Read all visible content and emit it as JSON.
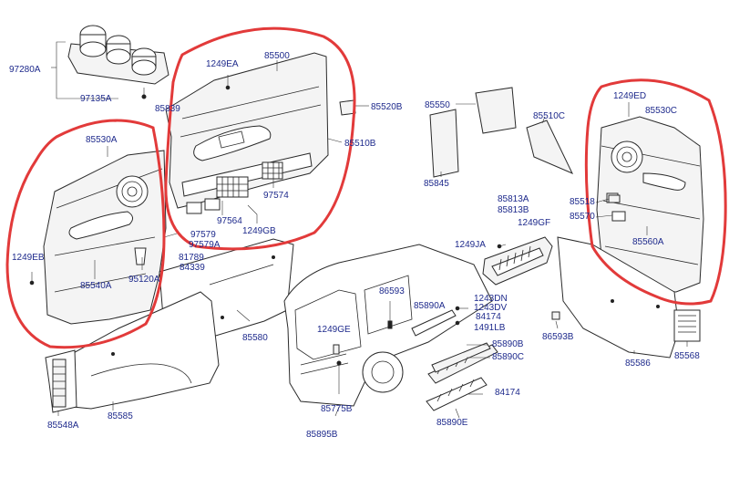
{
  "labels": [
    {
      "id": "97280A",
      "text": "97280A"
    },
    {
      "id": "97135A",
      "text": "97135A"
    },
    {
      "id": "85839",
      "text": "85839"
    },
    {
      "id": "1249EA",
      "text": "1249EA"
    },
    {
      "id": "85500",
      "text": "85500"
    },
    {
      "id": "85520B",
      "text": "85520B"
    },
    {
      "id": "85510B",
      "text": "85510B"
    },
    {
      "id": "97574",
      "text": "97574"
    },
    {
      "id": "97564",
      "text": "97564"
    },
    {
      "id": "97579",
      "text": "97579"
    },
    {
      "id": "97579A",
      "text": "97579A"
    },
    {
      "id": "1249GB",
      "text": "1249GB"
    },
    {
      "id": "81789",
      "text": "81789"
    },
    {
      "id": "84339",
      "text": "84339"
    },
    {
      "id": "85530A",
      "text": "85530A"
    },
    {
      "id": "1249EB",
      "text": "1249EB"
    },
    {
      "id": "85540A",
      "text": "85540A"
    },
    {
      "id": "95120A",
      "text": "95120A"
    },
    {
      "id": "85550",
      "text": "85550"
    },
    {
      "id": "85510C",
      "text": "85510C"
    },
    {
      "id": "85845",
      "text": "85845"
    },
    {
      "id": "85813A",
      "text": "85813A"
    },
    {
      "id": "85813B",
      "text": "85813B"
    },
    {
      "id": "1249GF",
      "text": "1249GF"
    },
    {
      "id": "1249JA",
      "text": "1249JA"
    },
    {
      "id": "1249ED",
      "text": "1249ED"
    },
    {
      "id": "85530C",
      "text": "85530C"
    },
    {
      "id": "85518",
      "text": "85518"
    },
    {
      "id": "85570",
      "text": "85570"
    },
    {
      "id": "85560A",
      "text": "85560A"
    },
    {
      "id": "86593",
      "text": "86593"
    },
    {
      "id": "85890A",
      "text": "85890A"
    },
    {
      "id": "1243DN",
      "text": "1243DN"
    },
    {
      "id": "1243DV",
      "text": "1243DV"
    },
    {
      "id": "84174a",
      "text": "84174"
    },
    {
      "id": "1491LB",
      "text": "1491LB"
    },
    {
      "id": "85890B",
      "text": "85890B"
    },
    {
      "id": "85890C",
      "text": "85890C"
    },
    {
      "id": "84174b",
      "text": "84174"
    },
    {
      "id": "85890E",
      "text": "85890E"
    },
    {
      "id": "1249GE",
      "text": "1249GE"
    },
    {
      "id": "85775B",
      "text": "85775B"
    },
    {
      "id": "85895B",
      "text": "85895B"
    },
    {
      "id": "85580",
      "text": "85580"
    },
    {
      "id": "85585",
      "text": "85585"
    },
    {
      "id": "85548A",
      "text": "85548A"
    },
    {
      "id": "86593B",
      "text": "86593B"
    },
    {
      "id": "85586",
      "text": "85586"
    },
    {
      "id": "85568",
      "text": "85568"
    }
  ],
  "colors": {
    "label": "#1e2a8c",
    "highlight": "#e23a3a",
    "line": "#2a2a2a"
  }
}
